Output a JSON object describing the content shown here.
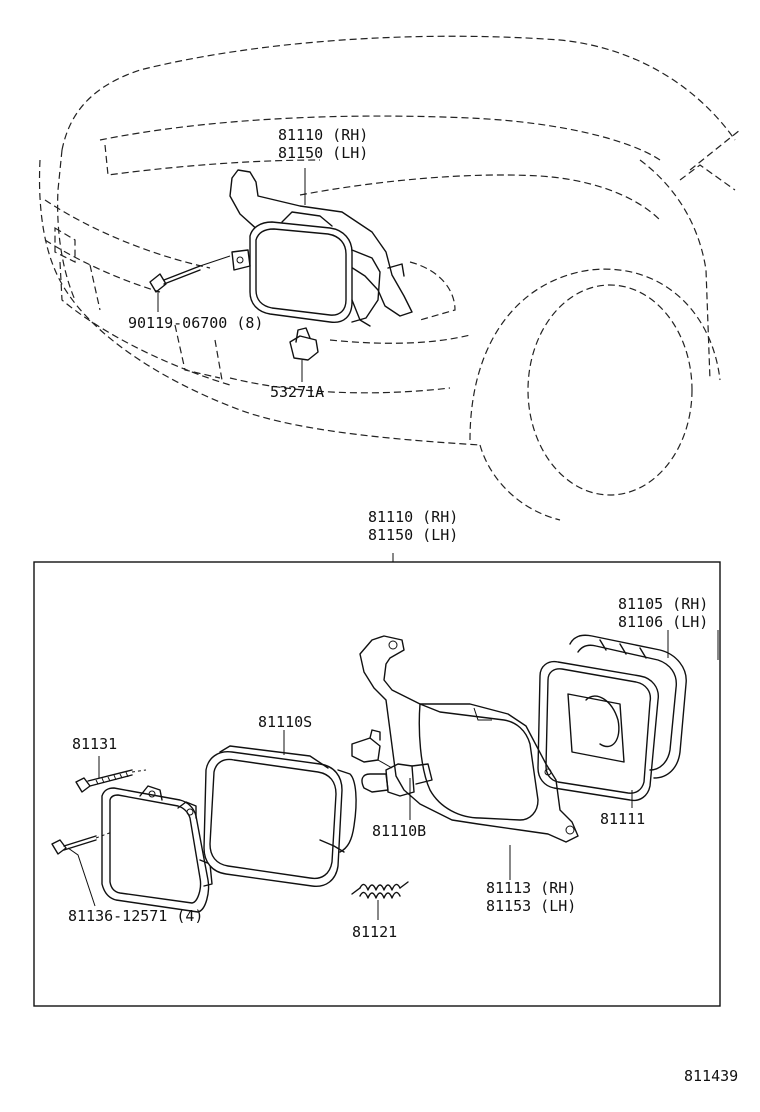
{
  "top": {
    "assembly_rh": "81110 (RH)",
    "assembly_lh": "81150 (LH)",
    "screw": "90119-06700 (8)",
    "clip": "53271A"
  },
  "box": {
    "assembly_rh": "81110 (RH)",
    "assembly_lh": "81150 (LH)"
  },
  "parts": {
    "p81105": "81105 (RH)",
    "p81106": "81106 (LH)",
    "p81110s": "81110S",
    "p81131": "81131",
    "p81111": "81111",
    "p81110b": "81110B",
    "p81113": "81113 (RH)",
    "p81153": "81153 (LH)",
    "p81136": "81136-12571 (4)",
    "p81121": "81121"
  },
  "diagram_number": "811439"
}
